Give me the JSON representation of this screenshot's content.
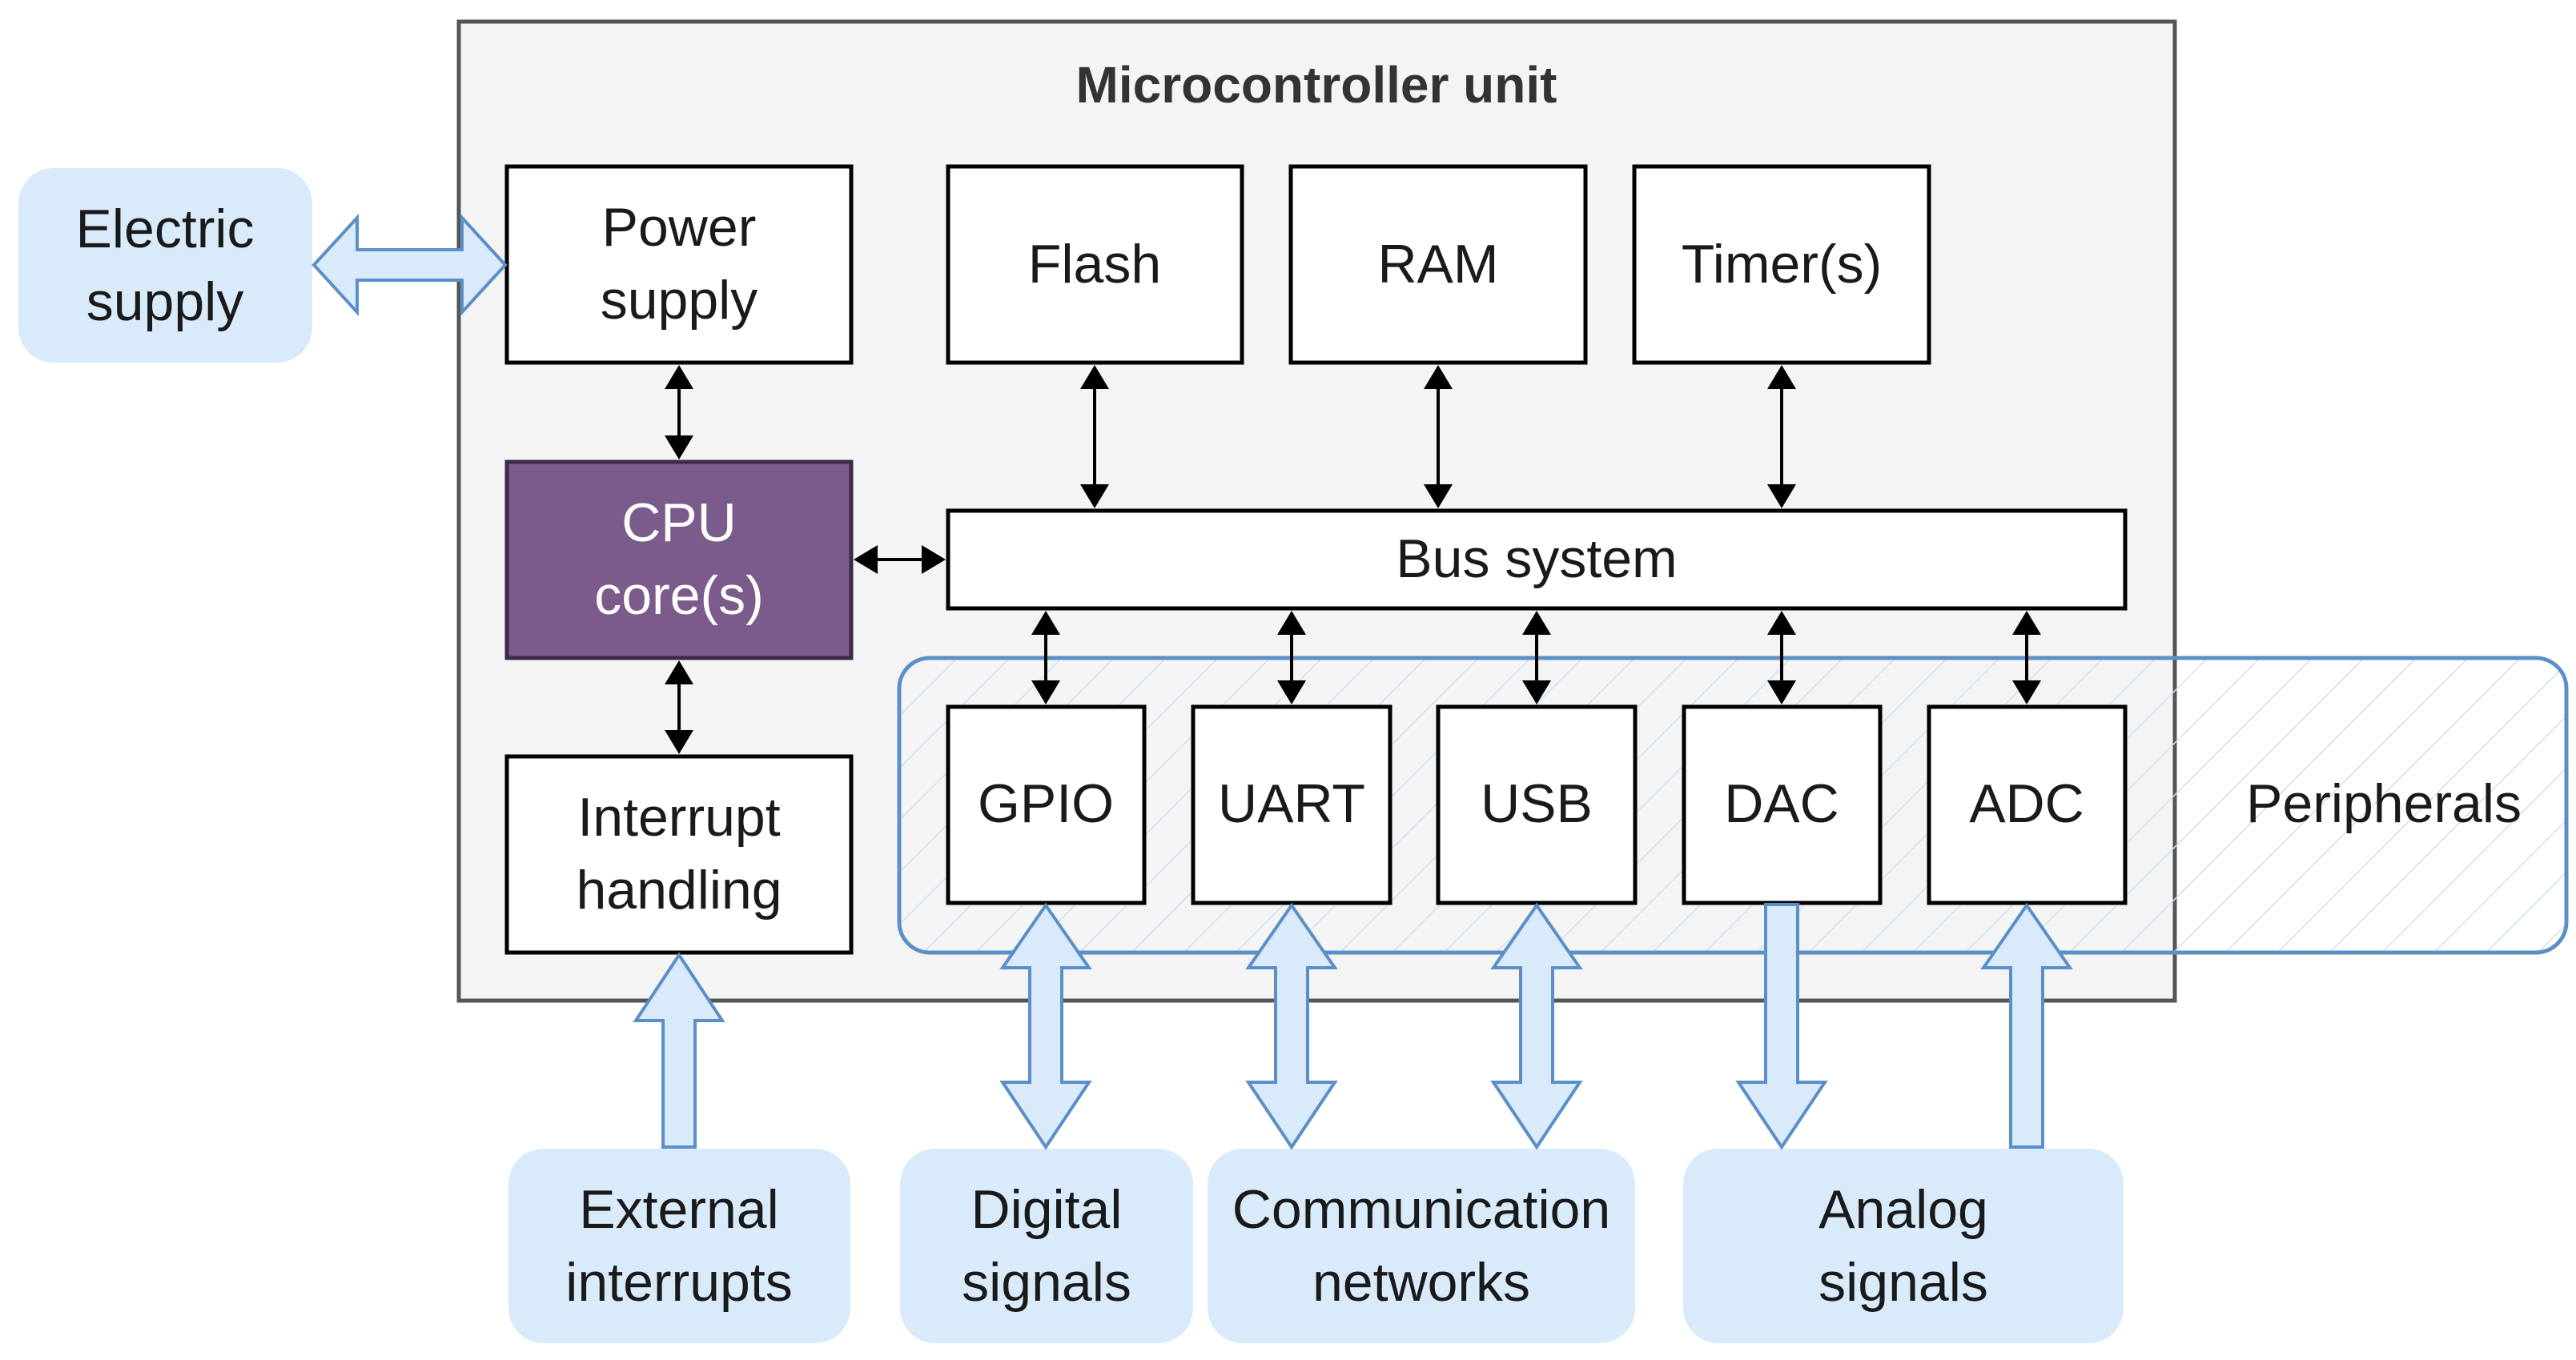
{
  "title": "Microcontroller unit",
  "blocks": {
    "power_supply": [
      "Power",
      "supply"
    ],
    "cpu": [
      "CPU",
      "core(s)"
    ],
    "interrupt": [
      "Interrupt",
      "handling"
    ],
    "flash": "Flash",
    "ram": "RAM",
    "timers": "Timer(s)",
    "bus": "Bus system",
    "gpio": "GPIO",
    "uart": "UART",
    "usb": "USB",
    "dac": "DAC",
    "adc": "ADC"
  },
  "peripherals_label": "Peripherals",
  "external": {
    "electric_supply": [
      "Electric",
      "supply"
    ],
    "external_interrupts": [
      "External",
      "interrupts"
    ],
    "digital_signals": [
      "Digital",
      "signals"
    ],
    "communication_networks": [
      "Communication",
      "networks"
    ],
    "analog_signals": [
      "Analog",
      "signals"
    ]
  },
  "colors": {
    "cpu_fill": "#7b5b8b",
    "external_fill": "#d9eafb",
    "flow_stroke": "#5b8fc7",
    "mcu_fill": "#f4f4f4"
  }
}
